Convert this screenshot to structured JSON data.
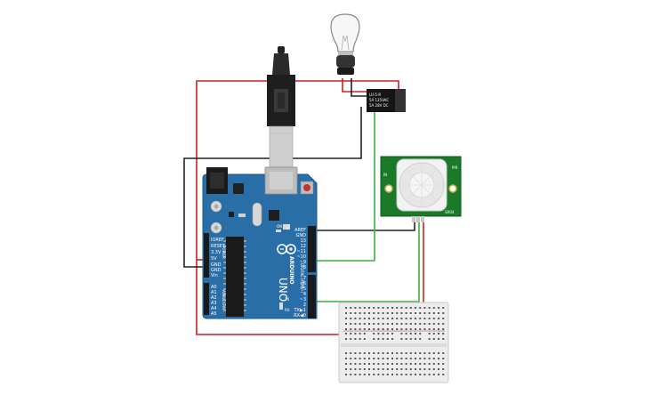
{
  "arduino": {
    "brand": "ARDUINO",
    "model": "UNO",
    "power_labels": [
      "IOREF",
      "RESET",
      "3.3V",
      "5V",
      "GND",
      "GND",
      "Vin"
    ],
    "analog_labels": [
      "A0",
      "A1",
      "A2",
      "A3",
      "A4",
      "A5"
    ],
    "power_header": "POWER",
    "analog_header": "ANALOG IN",
    "digital_header": "DIGITAL (PWM~)",
    "top_labels": [
      "AREF",
      "GND",
      "13",
      "12",
      "~11",
      "~10",
      "~9",
      "8"
    ],
    "bottom_labels": [
      "7",
      "~6",
      "~5",
      "4",
      "~3",
      "2",
      "TX▶1",
      "RX◀0"
    ],
    "led_labels": [
      "L",
      "TX",
      "RX"
    ],
    "on_label": "ON"
  },
  "relay": {
    "lines": [
      "LU-5-R",
      "5A 125VAC",
      "5A 28V DC"
    ]
  },
  "pir": {
    "left_label": "IN",
    "right_label": "PIR",
    "bottom_label": "SR04"
  },
  "colors": {
    "board": "#2a6ea8",
    "wire_red": "#d02020",
    "wire_black": "#222222",
    "wire_green": "#3cb23c",
    "pcb_green": "#1a7a2a",
    "breadboard": "#ececec"
  },
  "icons": [
    "lightbulb-icon",
    "usb-plug-icon",
    "arduino-logo-icon"
  ]
}
